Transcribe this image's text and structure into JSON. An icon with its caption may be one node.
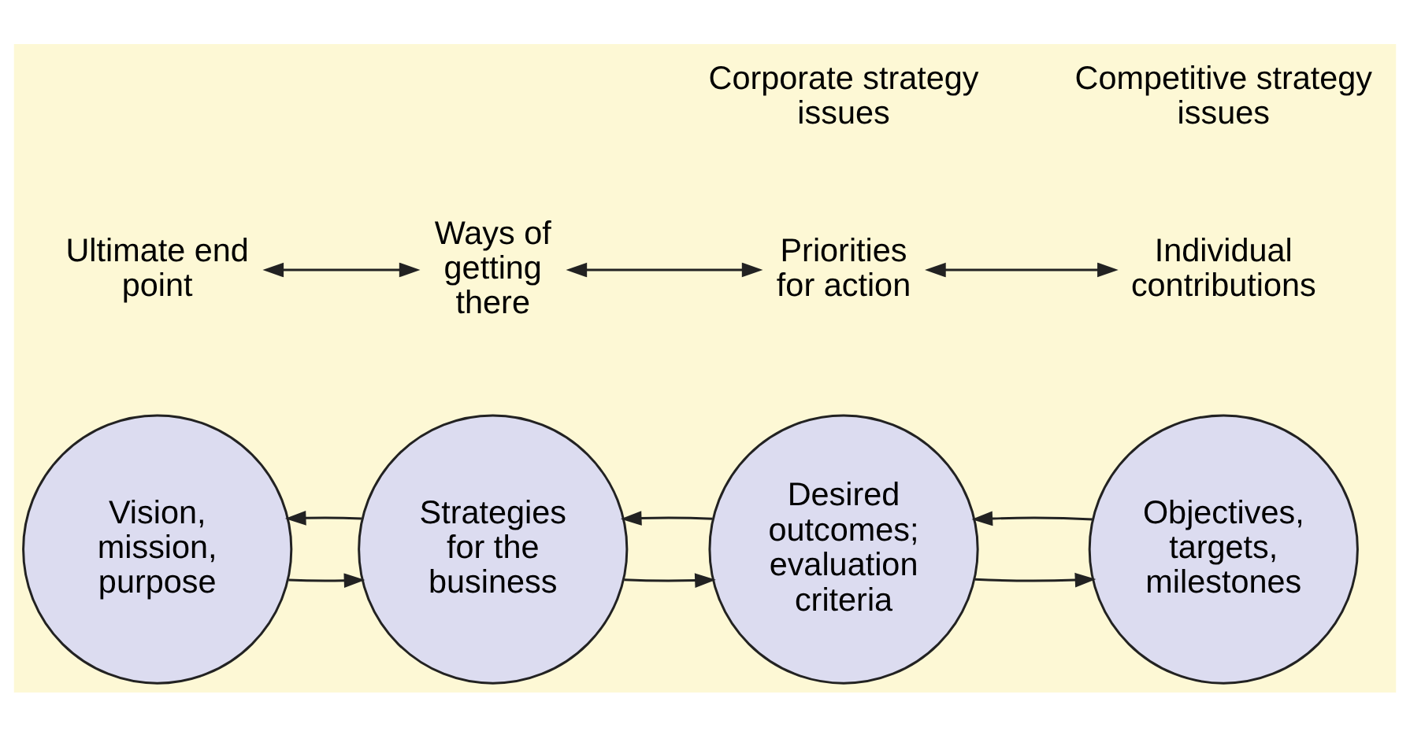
{
  "diagram": {
    "nodes": [
      {
        "text": [
          "Vision, mission, purpose"
        ]
      },
      {
        "text": [
          "Strategies for the business"
        ]
      },
      {
        "text": [
          "Desired outcomes; evaluation criteria"
        ]
      },
      {
        "text": [
          "Objectives, targets, milestones"
        ]
      },
      {
        "text": [
          "Ultimate end point"
        ]
      },
      {
        "text": [
          "Ways of getting there"
        ]
      },
      {
        "text": [
          "Priorities for action"
        ]
      },
      {
        "text": [
          "Individual contributions"
        ]
      }
    ],
    "edges": [
      {
        "from": 0,
        "to": 1,
        "arrow": "to"
      },
      {
        "from": 1,
        "to": 0,
        "arrow": "to"
      },
      {
        "from": 1,
        "to": 2,
        "arrow": "to"
      },
      {
        "from": 2,
        "to": 1,
        "arrow": "to"
      },
      {
        "from": 2,
        "to": 3,
        "arrow": "to"
      },
      {
        "from": 3,
        "to": 2,
        "arrow": "to"
      },
      {
        "from": 4,
        "to": 5,
        "arrow": "both"
      },
      {
        "from": 5,
        "to": 6,
        "arrow": "both"
      },
      {
        "from": 6,
        "to": 7,
        "arrow": "both"
      }
    ],
    "labels": [
      "Corporate strategy issues",
      "Competitive strategy issues"
    ]
  }
}
